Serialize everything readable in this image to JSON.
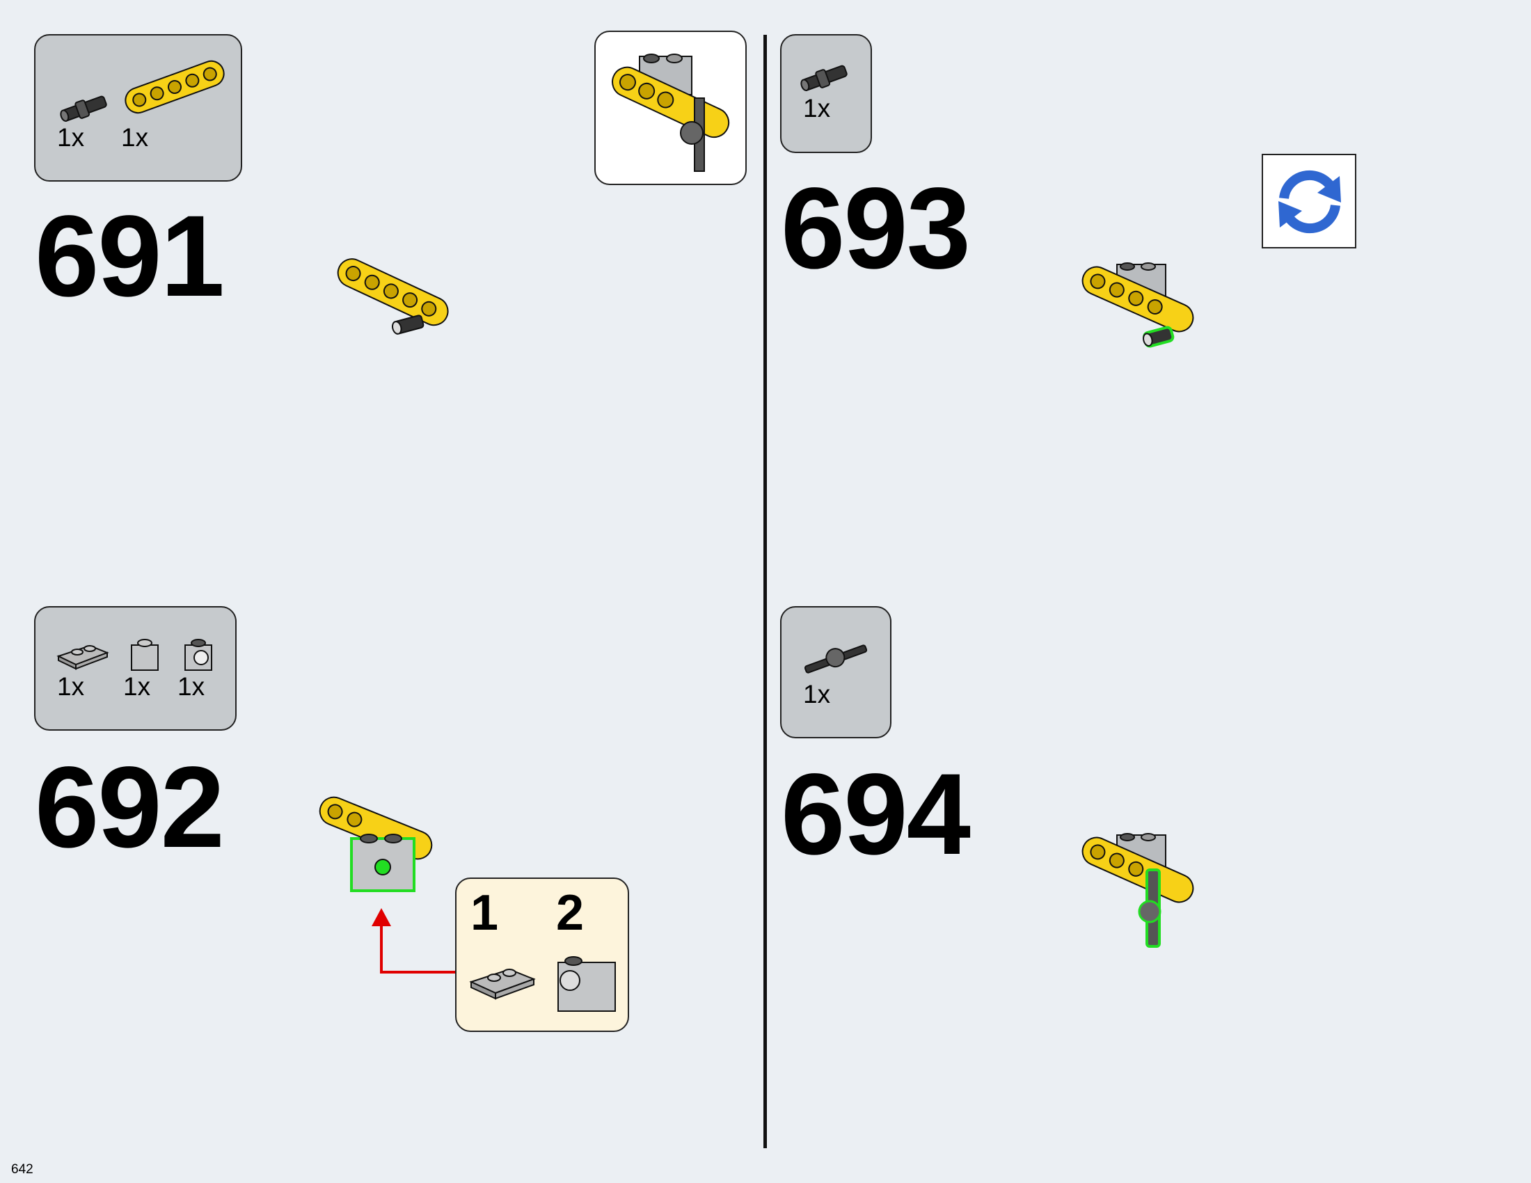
{
  "steps": [
    {
      "number": "691",
      "parts": [
        {
          "qty": "1x",
          "part": "axle-pin-connector"
        },
        {
          "qty": "1x",
          "part": "yellow-beam-5"
        }
      ]
    },
    {
      "number": "692",
      "parts": [
        {
          "qty": "1x",
          "part": "plate-1x2"
        },
        {
          "qty": "1x",
          "part": "brick-1x1"
        },
        {
          "qty": "1x",
          "part": "technic-brick-1x1-hole"
        }
      ]
    },
    {
      "number": "693",
      "parts": [
        {
          "qty": "1x",
          "part": "axle-pin-connector"
        }
      ]
    },
    {
      "number": "694",
      "parts": [
        {
          "qty": "1x",
          "part": "axle-joint-connector"
        }
      ]
    }
  ],
  "subassembly": {
    "step_1": "1",
    "step_2": "2"
  },
  "rotate_icon": "rotate-icon",
  "page_number": "642",
  "colors": {
    "background": "#ebeff3",
    "parts_box": "#c6cacd",
    "subassembly_box": "#fdf4dc",
    "highlight": "#22dd22",
    "arrow": "#e00000",
    "beam": "#f7d117",
    "rotate": "#2f67d1"
  }
}
